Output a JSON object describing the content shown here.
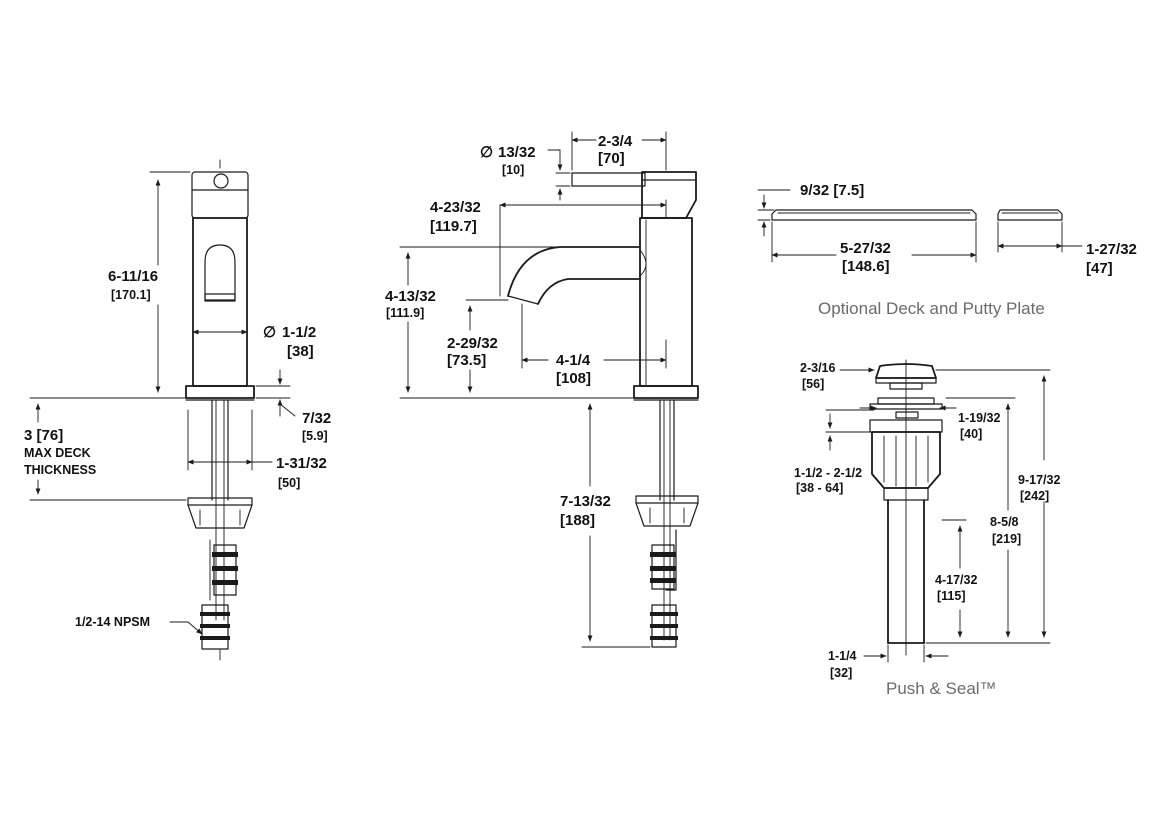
{
  "left_view": {
    "height": "6-11/16",
    "height_mm": "[170.1]",
    "body_dia": "1-1/2",
    "body_dia_mm": "[38]",
    "deck_thickness": "3  [76]",
    "deck_line1": "MAX  DECK",
    "deck_line2": "THICKNESS",
    "shank_dia": "1-31/32",
    "shank_dia_mm": "[50]",
    "base_height": "7/32",
    "base_height_mm": "[5.9]",
    "thread": "1/2-14  NPSM"
  },
  "center_view": {
    "handle_dia": "13/32",
    "handle_dia_mm": "[10]",
    "handle_len": "2-3/4",
    "handle_len_mm": "[70]",
    "spout_reach": "4-23/32",
    "spout_reach_mm": "[119.7]",
    "spout_height": "4-13/32",
    "spout_height_mm": "[111.9]",
    "aerator_height": "2-29/32",
    "aerator_height_mm": "[73.5]",
    "aerator_reach": "4-1/4",
    "aerator_reach_mm": "[108]",
    "below_deck": "7-13/32",
    "below_deck_mm": "[188]"
  },
  "deck_plate": {
    "thickness": "9/32  [7.5]",
    "length": "5-27/32",
    "length_mm": "[148.6]",
    "width": "1-27/32",
    "width_mm": "[47]",
    "caption": "Optional Deck and Putty Plate"
  },
  "drain": {
    "cap_dia": "2-3/16",
    "cap_dia_mm": "[56]",
    "flange": "1-19/32",
    "flange_mm": "[40]",
    "range": "1-1/2  -  2-1/2",
    "range_mm": "[38  -  64]",
    "total": "9-17/32",
    "total_mm": "[242]",
    "mid": "8-5/8",
    "mid_mm": "[219]",
    "lower": "4-17/32",
    "lower_mm": "[115]",
    "tail_dia": "1-1/4",
    "tail_dia_mm": "[32]",
    "caption": "Push & Seal™"
  },
  "symbols": {
    "diameter": "∅"
  }
}
